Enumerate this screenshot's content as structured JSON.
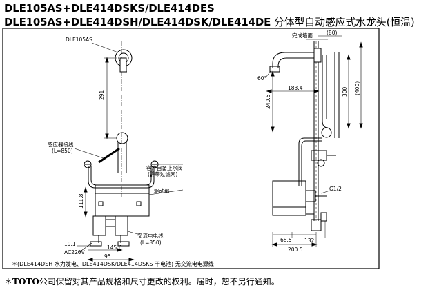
{
  "title": {
    "line1": "DLE105AS+DLE414DSKS/DLE414DES",
    "line2_models": "DLE105AS+DLE414DSH/DLE414DSK/DLE414DE",
    "line2_desc": " 分体型自动感应式水龙头(恒温)"
  },
  "labels": {
    "faucet_model": "DLE105AS",
    "sensor_wire": "感应器接线",
    "sensor_wire_len": "(L=850)",
    "stop_valve_1": "客户自备止水阀",
    "stop_valve_2": "(需带过滤网)",
    "drive_unit": "驱动部",
    "ac_cable": "交流电电线",
    "ac_cable_len": "(L=850)",
    "ac_voltage": "AC220V",
    "finished_wall": "完成墙面",
    "wall_dim": "(80)",
    "g_thread": "G1/2",
    "angle": "60°"
  },
  "dimensions": {
    "d291": "291",
    "d111_8": "111.8",
    "d19_1": "19.1",
    "d145_6": "145.6",
    "d95": "95",
    "d183_4": "183.4",
    "d240_5": "240.5",
    "d300": "300",
    "d400": "(400)",
    "d68_5": "68.5",
    "d132": "132",
    "d200_5": "200.5"
  },
  "note": "＊(DLE414DSH 水力发电、DLE414DSK/DLE414DSKS 干电池) 无交流电电源线",
  "footer": {
    "star": "＊",
    "brand": "TOTO",
    "text": "公司保留对其产品规格和尺寸更改的权利。届时，恕不另行通知。"
  }
}
